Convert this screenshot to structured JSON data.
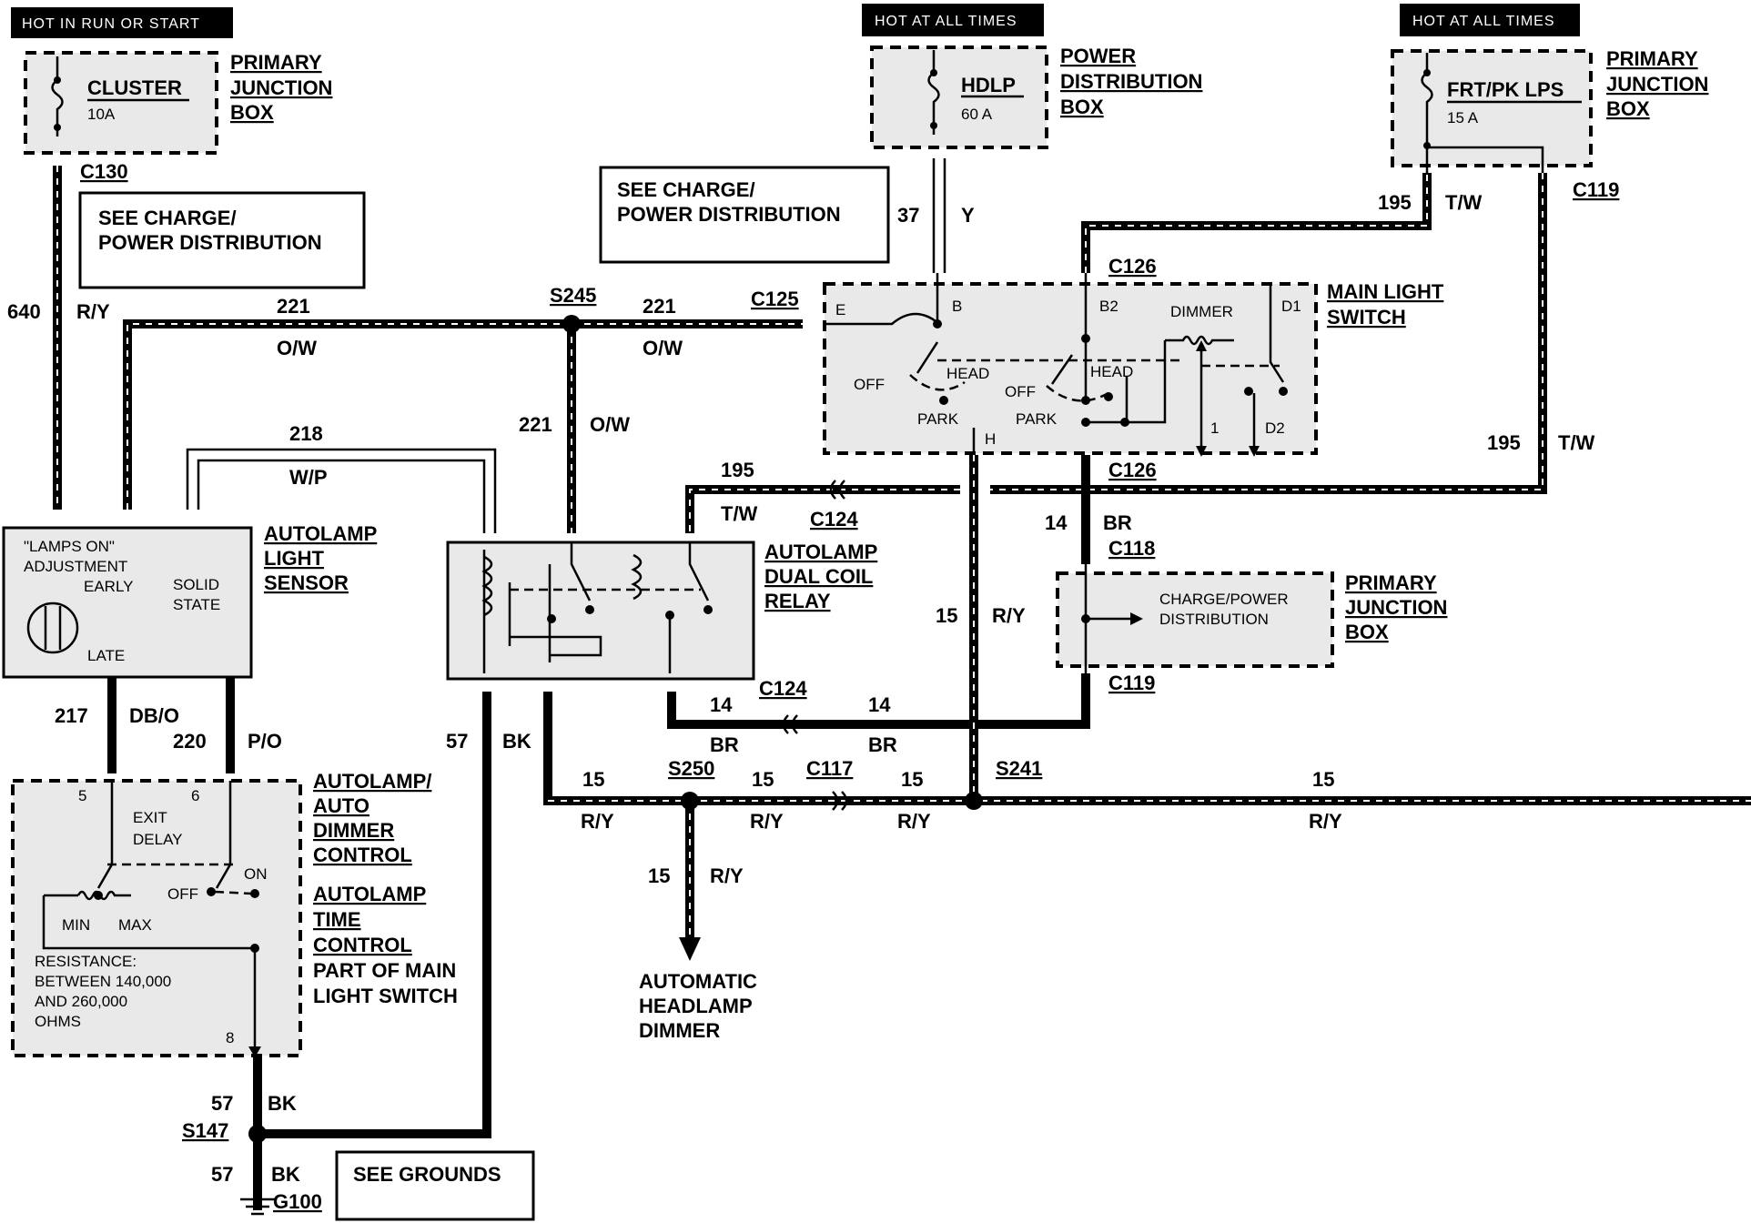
{
  "banners": {
    "hot_run_start": "HOT IN  RUN OR  START",
    "hot_all_times_1": "HOT AT ALL TIMES",
    "hot_all_times_2": "HOT AT ALL TIMES"
  },
  "fuses": {
    "cluster": {
      "name": "CLUSTER",
      "rating": "10A"
    },
    "hdlp": {
      "name": "HDLP",
      "rating": "60 A"
    },
    "frt_pk": {
      "name": "FRT/PK LPS",
      "rating": "15 A"
    }
  },
  "boxes": {
    "primary_junction_1": [
      "PRIMARY",
      "JUNCTION",
      "BOX"
    ],
    "power_distribution": [
      "POWER",
      "DISTRIBUTION",
      "BOX"
    ],
    "primary_junction_2": [
      "PRIMARY",
      "JUNCTION",
      "BOX"
    ],
    "primary_junction_3": [
      "PRIMARY",
      "JUNCTION",
      "BOX"
    ],
    "main_light_switch": [
      "MAIN LIGHT",
      "SWITCH"
    ],
    "autolamp_sensor": [
      "AUTOLAMP",
      "LIGHT",
      "SENSOR"
    ],
    "dual_coil_relay": [
      "AUTOLAMP",
      "DUAL COIL",
      "RELAY"
    ],
    "auto_dimmer": [
      "AUTOLAMP/",
      "AUTO",
      "DIMMER",
      "CONTROL"
    ],
    "time_control": [
      "AUTOLAMP",
      "TIME",
      "CONTROL"
    ],
    "time_control_note": [
      "PART OF MAIN",
      "LIGHT SWITCH"
    ]
  },
  "notes": {
    "see_charge_1": [
      "SEE CHARGE/",
      "POWER DISTRIBUTION"
    ],
    "see_charge_2": [
      "SEE CHARGE/",
      "POWER DISTRIBUTION"
    ],
    "see_grounds": "SEE GROUNDS",
    "charge_power_dist": [
      "CHARGE/POWER",
      "DISTRIBUTION"
    ],
    "automatic_dimmer": [
      "AUTOMATIC",
      "HEADLAMP",
      "DIMMER"
    ],
    "resistance": [
      "RESISTANCE:",
      "BETWEEN 140,000",
      "AND 260,000",
      "OHMS"
    ]
  },
  "sensor": {
    "lamps_on": "\"LAMPS ON\"",
    "adjustment": "ADJUSTMENT",
    "early": "EARLY",
    "late": "LATE",
    "solid": "SOLID",
    "state": "STATE"
  },
  "switch": {
    "e": "E",
    "b": "B",
    "b2": "B2",
    "d1": "D1",
    "d2": "D2",
    "h": "H",
    "one": "1",
    "off1": "OFF",
    "head1": "HEAD",
    "park1": "PARK",
    "off2": "OFF",
    "head2": "HEAD",
    "park2": "PARK",
    "dimmer": "DIMMER"
  },
  "dimmer_ctrl": {
    "pin5": "5",
    "pin6": "6",
    "pin8": "8",
    "exit": "EXIT",
    "delay": "DELAY",
    "on": "ON",
    "off": "OFF",
    "min": "MIN",
    "max": "MAX"
  },
  "connectors": {
    "c130": "C130",
    "c125": "C125",
    "c126a": "C126",
    "c126b": "C126",
    "c119a": "C119",
    "c119b": "C119",
    "c118": "C118",
    "c124a": "C124",
    "c124b": "C124",
    "c117": "C117",
    "s245": "S245",
    "s250": "S250",
    "s241": "S241",
    "s147": "S147",
    "g100": "G100"
  },
  "wires": {
    "w640": "640",
    "ry_640": "R/Y",
    "w221a": "221",
    "ow_a": "O/W",
    "w221b": "221",
    "ow_b": "O/W",
    "w221c": "221",
    "ow_c": "O/W",
    "w218": "218",
    "wp": "W/P",
    "w37": "37",
    "y": "Y",
    "w195a": "195",
    "tw_a": "T/W",
    "w195b": "195",
    "tw_b": "T/W",
    "w195c": "195",
    "tw_c": "T/W",
    "w14a": "14",
    "br_a": "BR",
    "w14b": "14",
    "br_b": "BR",
    "w14c": "14",
    "br_c": "BR",
    "w15a": "15",
    "ry_a": "R/Y",
    "w15b": "15",
    "ry_b": "R/Y",
    "w15c": "15",
    "ry_c": "R/Y",
    "w15d": "15",
    "ry_d": "R/Y",
    "w15e": "15",
    "ry_e": "R/Y",
    "w15f": "15",
    "ry_f": "R/Y",
    "w217": "217",
    "dbo": "DB/O",
    "w220": "220",
    "po": "P/O",
    "w57a": "57",
    "bk_a": "BK",
    "w57b": "57",
    "bk_b": "BK",
    "w57c": "57",
    "bk_c": "BK"
  }
}
